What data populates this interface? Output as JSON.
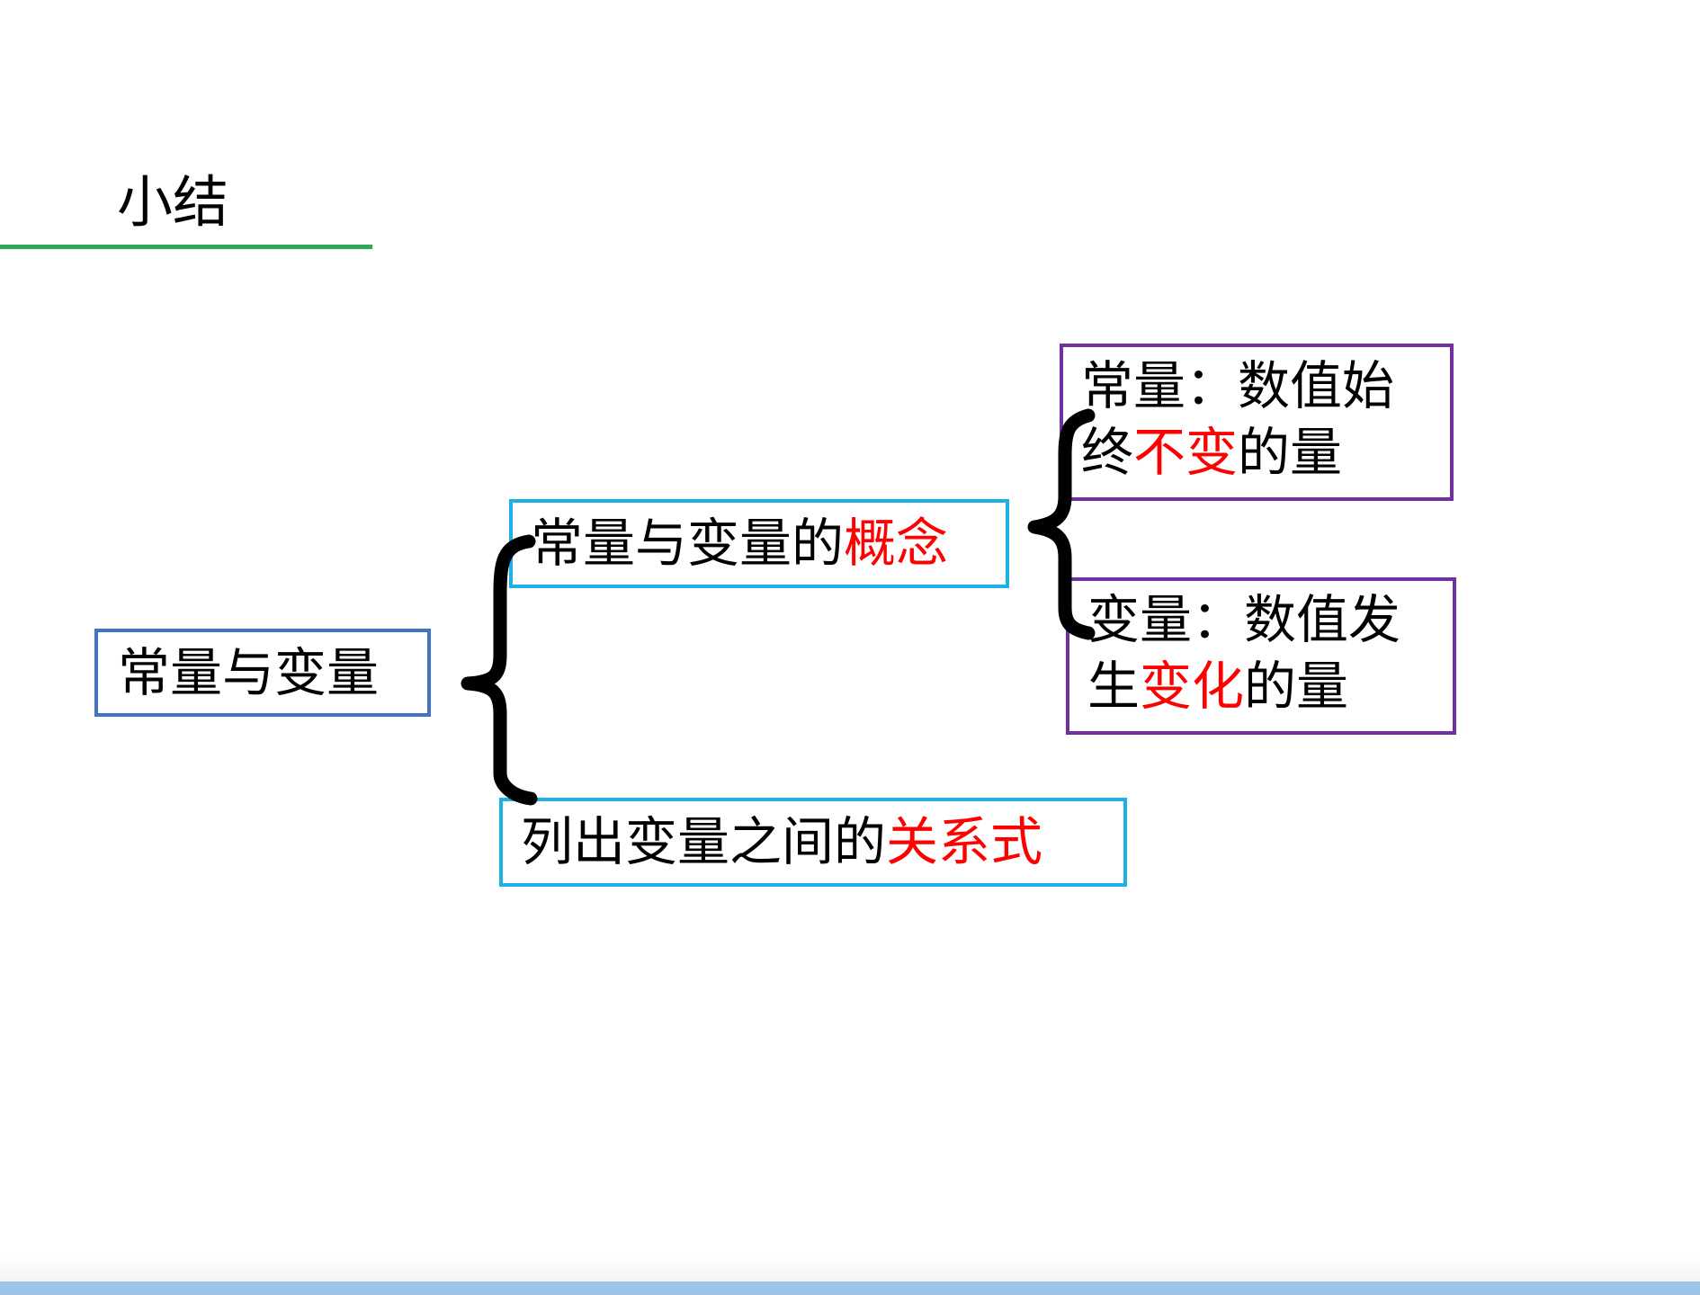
{
  "title": "小结",
  "root": {
    "label": "常量与变量"
  },
  "branches": {
    "concept": {
      "text_plain": "常量与变量的",
      "text_highlight": "概念"
    },
    "relation": {
      "text_plain": "列出变量之间的",
      "text_highlight": "关系式"
    }
  },
  "leaves": {
    "constant": {
      "line1": "常量：数值始",
      "line2_plain_before": "终",
      "line2_highlight": "不变",
      "line2_plain_after": "的量"
    },
    "variable": {
      "line1": "变量：数值发",
      "line2_plain_before": "生",
      "line2_highlight": "变化",
      "line2_plain_after": "的量"
    }
  },
  "colors": {
    "title_underline": "#2bab5a",
    "root_border": "#4472c4",
    "branch_border": "#1fb1e6",
    "leaf_border": "#7030a0",
    "highlight_text": "#ff0000",
    "footer_bar": "#9dc3e6"
  }
}
